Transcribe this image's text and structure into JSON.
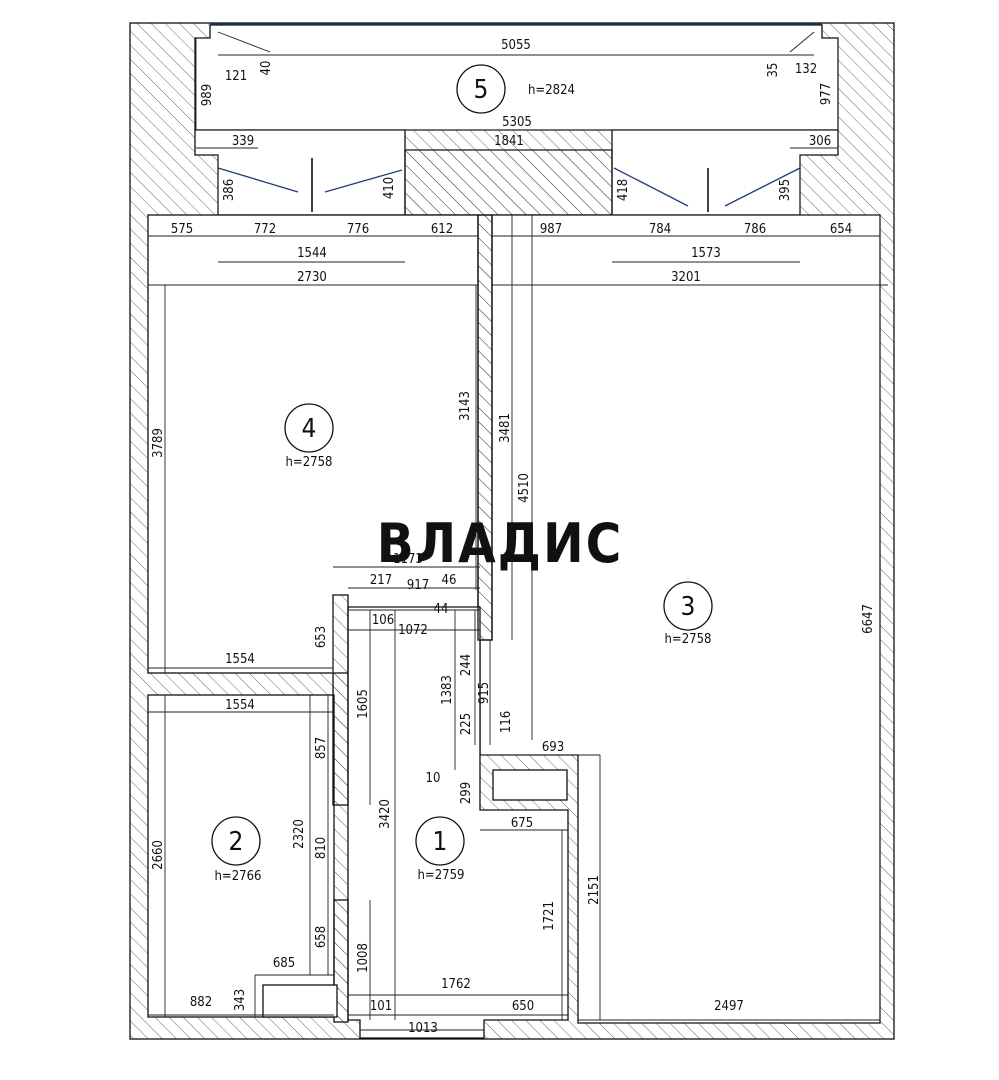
{
  "watermark": "ВЛАДИС",
  "rooms": [
    {
      "number": "1",
      "height": "h=2759"
    },
    {
      "number": "2",
      "height": "h=2766"
    },
    {
      "number": "3",
      "height": "h=2758"
    },
    {
      "number": "4",
      "height": "h=2758"
    },
    {
      "number": "5",
      "height": "h=2824"
    }
  ],
  "dims": {
    "d5055": "5055",
    "d121": "121",
    "d40": "40",
    "d35": "35",
    "d132": "132",
    "d989": "989",
    "d977": "977",
    "d5305": "5305",
    "d339": "339",
    "d1841": "1841",
    "d306": "306",
    "d386": "386",
    "d410": "410",
    "d418": "418",
    "d395": "395",
    "d575": "575",
    "d772": "772",
    "d776": "776",
    "d612": "612",
    "d987": "987",
    "d784": "784",
    "d786": "786",
    "d654": "654",
    "d1544": "1544",
    "d1573": "1573",
    "d2730": "2730",
    "d3201": "3201",
    "d3789": "3789",
    "d3143": "3143",
    "d3481": "3481",
    "d4510": "4510",
    "d1173": "1173",
    "d217": "217",
    "d917": "917",
    "d46": "46",
    "d44": "44",
    "d106": "106",
    "d1072": "1072",
    "d653": "653",
    "d1554a": "1554",
    "d1554b": "1554",
    "d1605": "1605",
    "d1383": "1383",
    "d244": "244",
    "d915": "915",
    "d225": "225",
    "d116": "116",
    "d693": "693",
    "d10": "10",
    "d299": "299",
    "d675": "675",
    "d857": "857",
    "d2320": "2320",
    "d810": "810",
    "d3420": "3420",
    "d2660": "2660",
    "d6647": "6647",
    "d2151": "2151",
    "d1721": "1721",
    "d658": "658",
    "d1008": "1008",
    "d685": "685",
    "d343": "343",
    "d882": "882",
    "d1762": "1762",
    "d101": "101",
    "d650": "650",
    "d2497": "2497",
    "d1013": "1013"
  }
}
